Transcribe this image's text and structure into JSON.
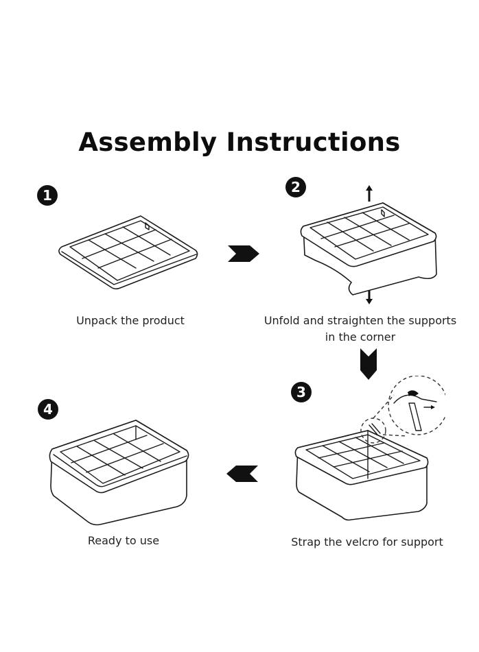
{
  "title": "Assembly Instructions",
  "steps": [
    {
      "number": "1",
      "caption": "Unpack the product"
    },
    {
      "number": "2",
      "caption_line1": "Unfold and straighten the supports",
      "caption_line2": "in the corner"
    },
    {
      "number": "3",
      "caption": "Strap the velcro for support"
    },
    {
      "number": "4",
      "caption": "Ready to use"
    }
  ]
}
